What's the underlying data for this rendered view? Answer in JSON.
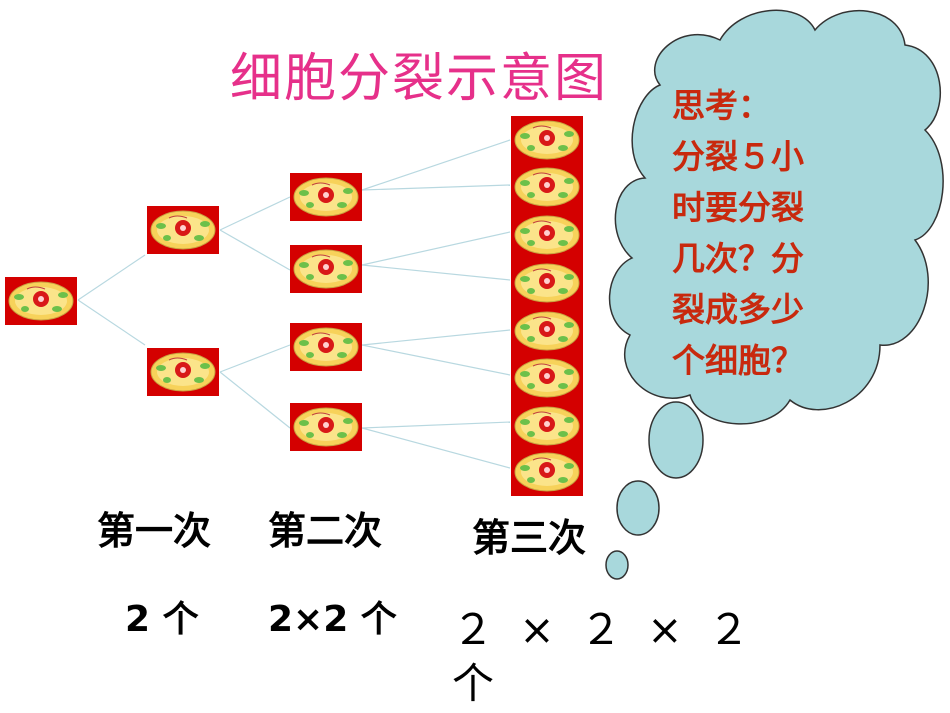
{
  "title": "细胞分裂示意图",
  "generations": [
    {
      "label": "第一次",
      "count": "2 个"
    },
    {
      "label": "第二次",
      "count": "2×2 个"
    },
    {
      "label": "第三次",
      "count": "２ × ２ × ２",
      "count_unit": "个"
    }
  ],
  "thought": {
    "lines": "思考：\n分裂５小\n时要分裂\n几次？分\n裂成多少\n个细胞？"
  },
  "colors": {
    "title": "#e6308a",
    "cell_frame": "#d40000",
    "cell_body": "#f7d25a",
    "cloud_fill": "#a8d8dc",
    "question_text": "#c8290e"
  }
}
